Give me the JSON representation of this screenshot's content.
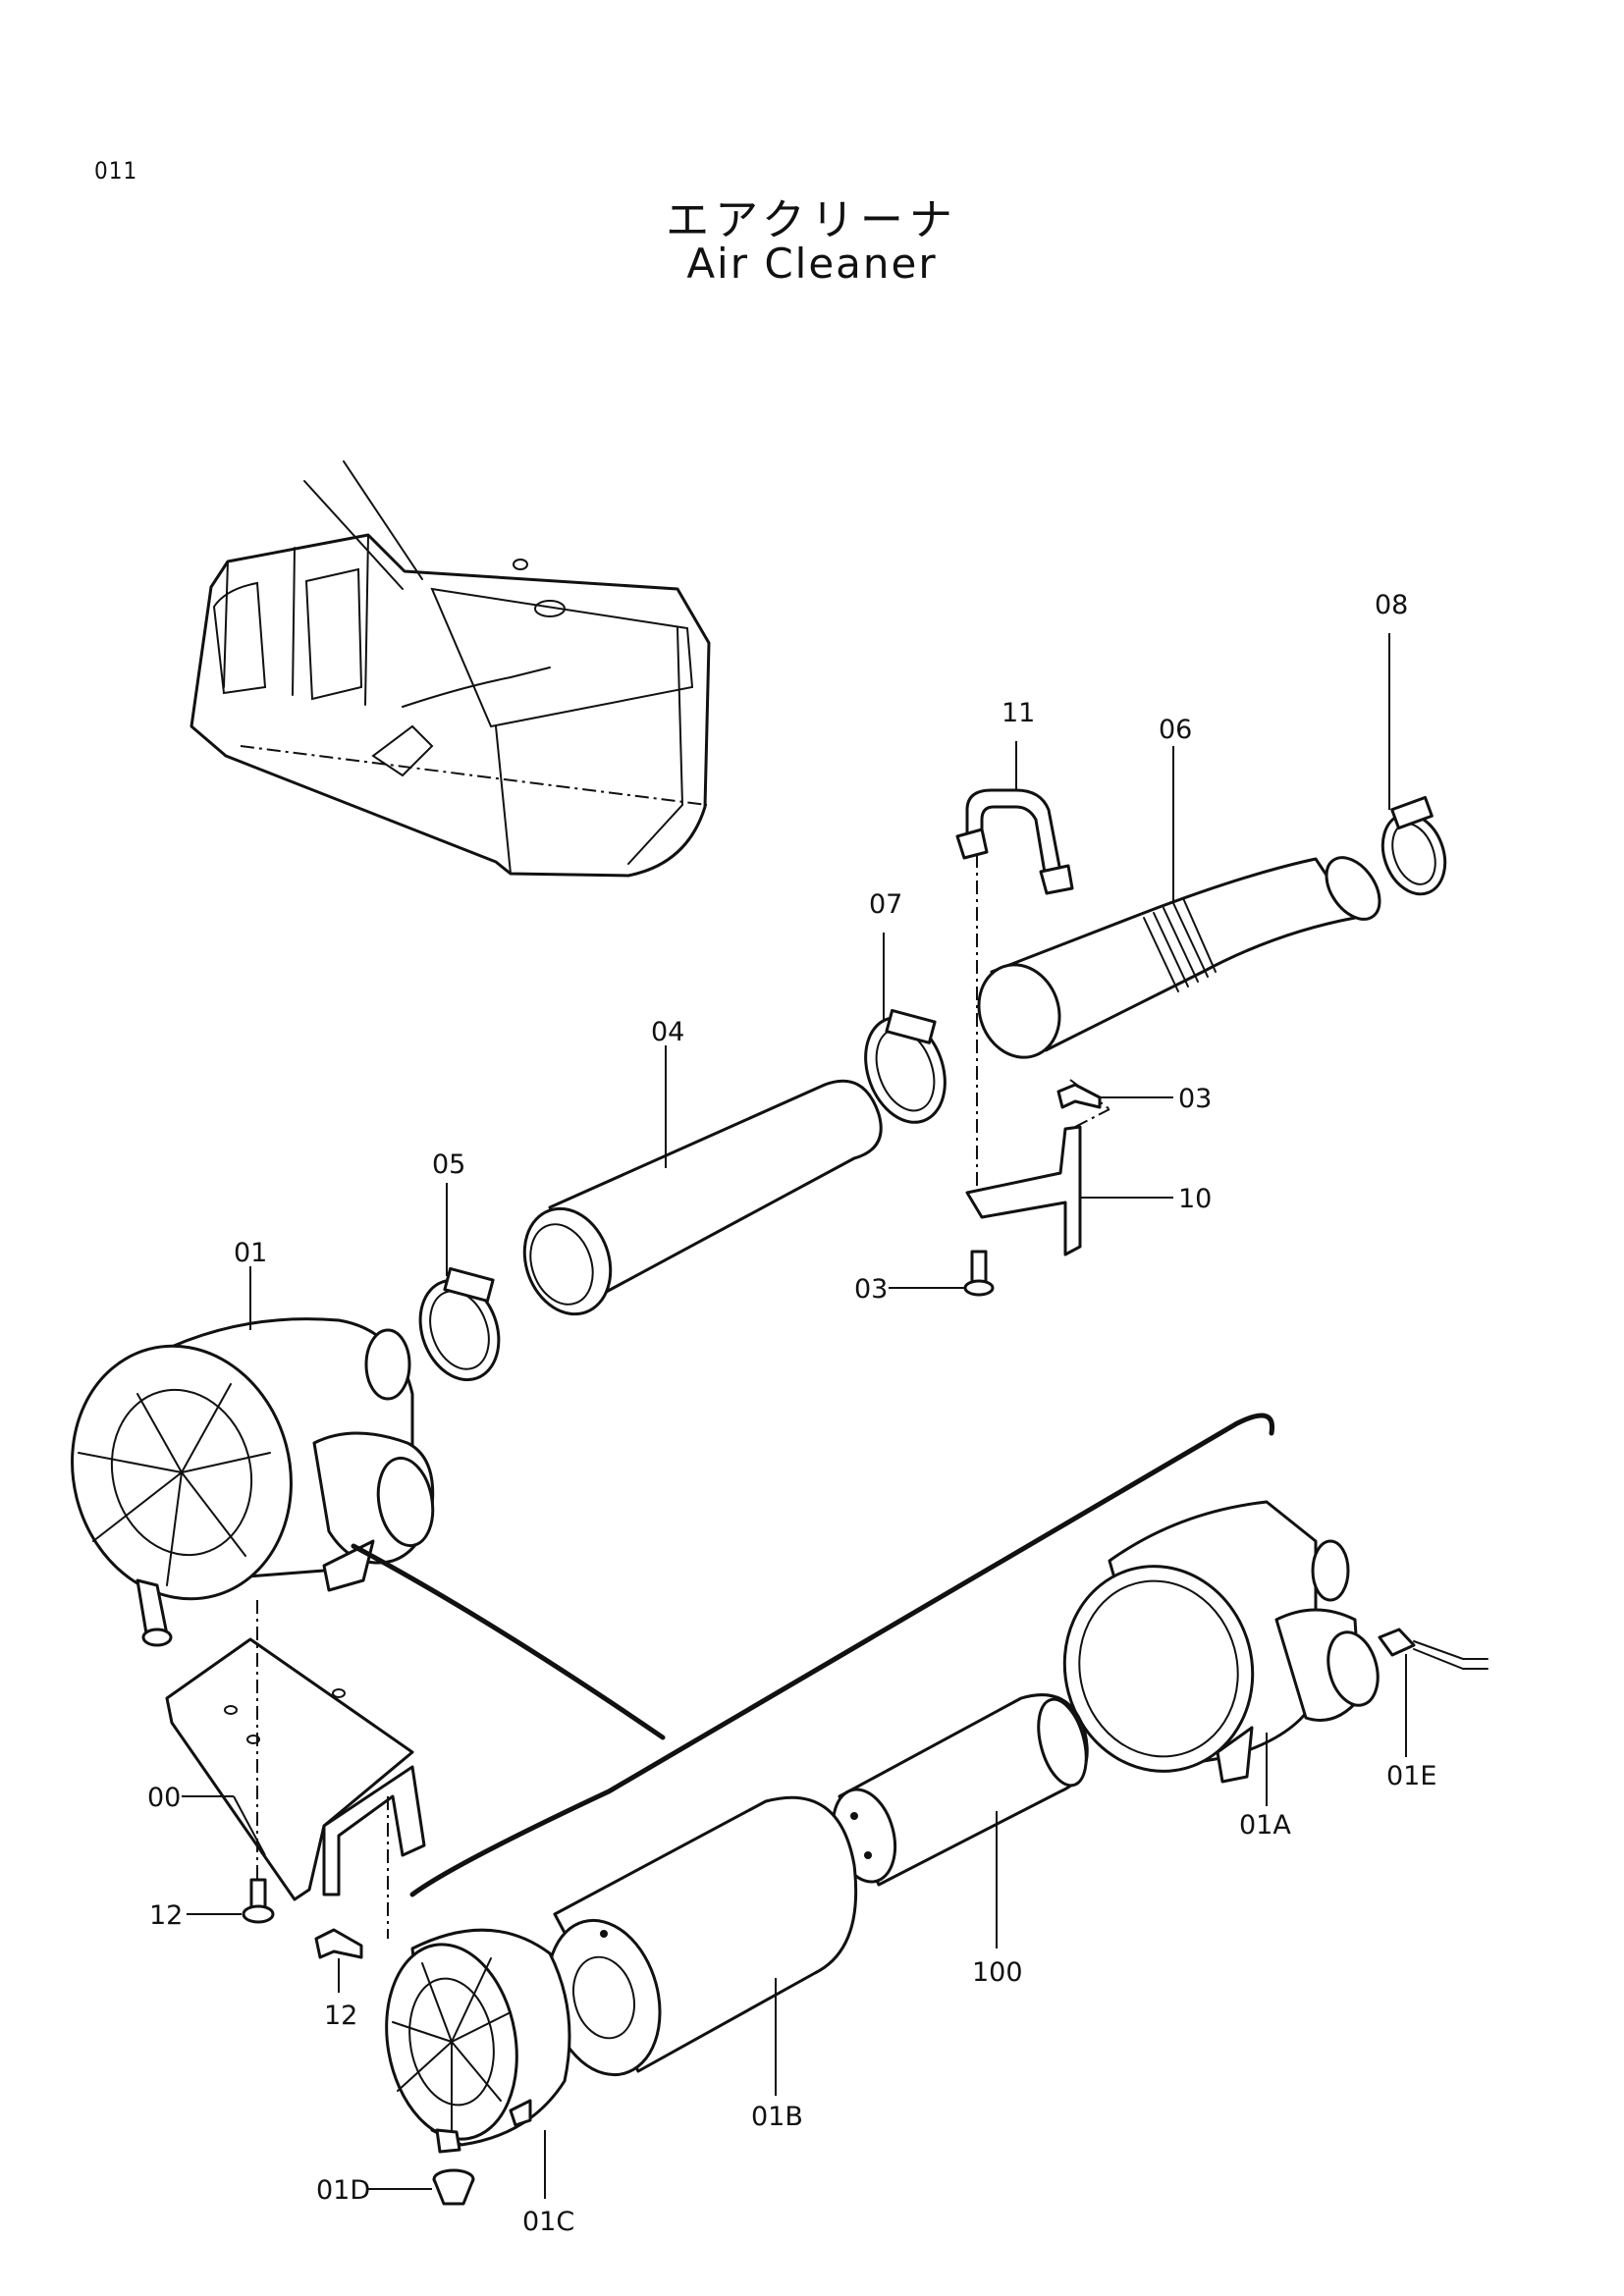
{
  "header": {
    "page_number": "011",
    "title_ja": "エアクリーナ",
    "title_en": "Air Cleaner"
  },
  "callouts": {
    "c00": "00",
    "c01": "01",
    "c01A": "01A",
    "c01B": "01B",
    "c01C": "01C",
    "c01D": "01D",
    "c01E": "01E",
    "c03a": "03",
    "c03b": "03",
    "c04": "04",
    "c05": "05",
    "c06": "06",
    "c07": "07",
    "c08": "08",
    "c10": "10",
    "c11": "11",
    "c12a": "12",
    "c12b": "12",
    "c100": "100"
  }
}
